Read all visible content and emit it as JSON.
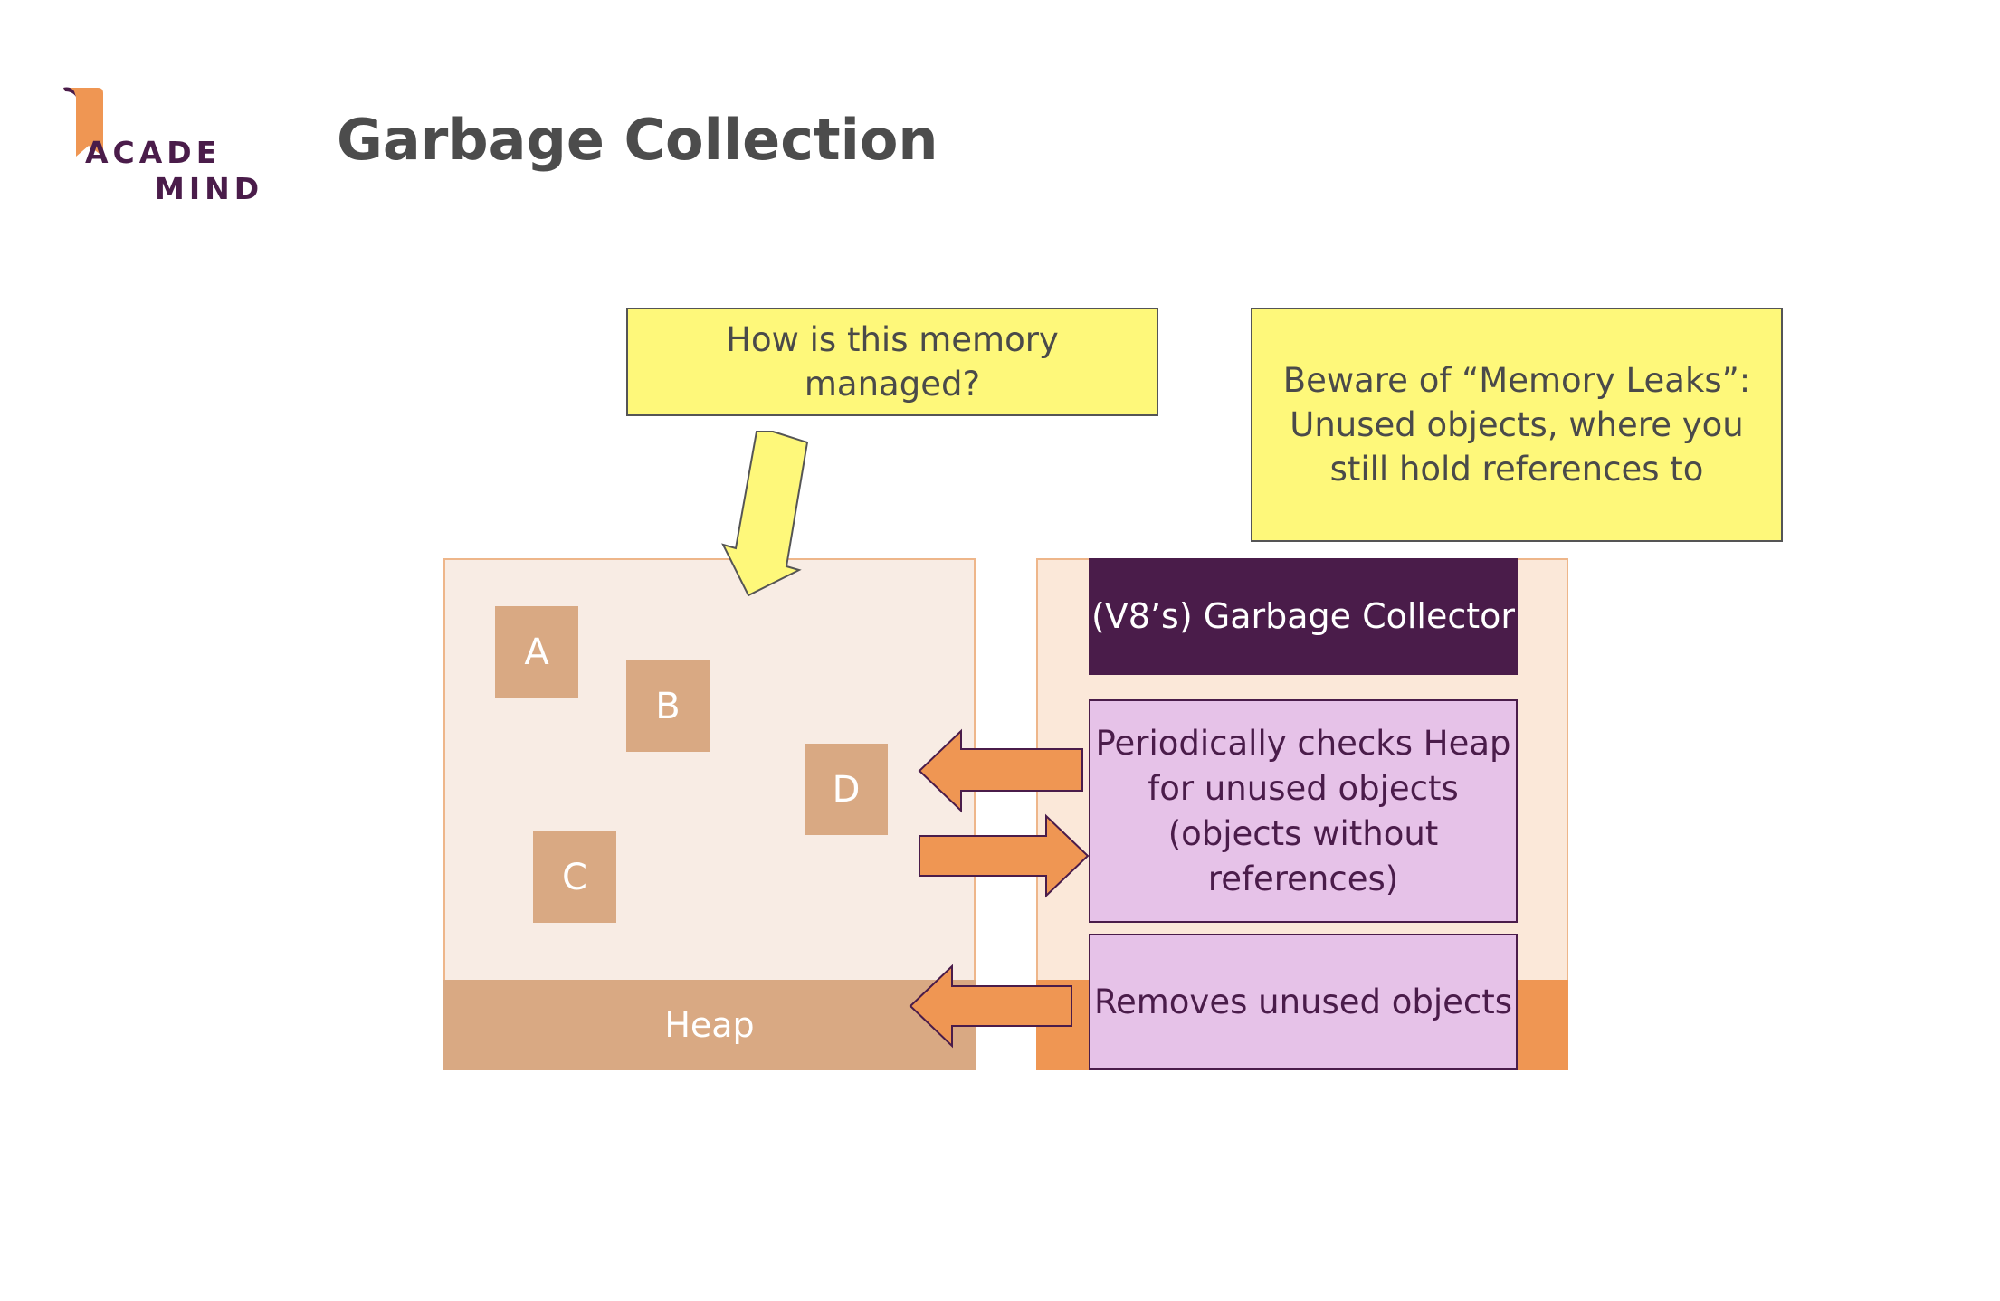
{
  "logo": {
    "line1": "ACADE",
    "line2": "MIND"
  },
  "title": "Garbage Collection",
  "notes": {
    "memory_question": "How is this memory managed?",
    "memory_leaks": "Beware of “Memory Leaks”: Unused objects, where you still hold references to"
  },
  "heap": {
    "label": "Heap",
    "objects": [
      "A",
      "B",
      "C",
      "D"
    ]
  },
  "garbage_collector": {
    "title": "(V8’s) Garbage Collector",
    "step_check": "Periodically checks Heap for unused objects (objects without references)",
    "step_remove": "Removes unused objects"
  },
  "colors": {
    "heap_fill": "#f8ece4",
    "heap_object": "#d9a983",
    "gc_fill": "#fbe8d9",
    "gc_accent": "#ef9653",
    "gc_title": "#4a1c4a",
    "gc_box": "#e6c2e8",
    "note_fill": "#fef87a"
  }
}
